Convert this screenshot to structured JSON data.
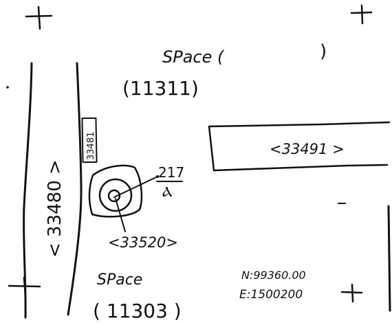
{
  "sketch": {
    "labels": {
      "space_top_word": "SPace (",
      "space_top_close": ")",
      "space_top_number": "(11311)",
      "road_left": "< 33480 >",
      "small_box": "33481",
      "building_right": "<33491 >",
      "tree_height": "217",
      "tree_unit": "Ⲁ",
      "tree_id": "<33520>",
      "space_bottom_word": "SPace",
      "space_bottom_number": "( 11303 )",
      "northing": "N:99360.00",
      "easting": "E:1500200"
    }
  },
  "colors": {
    "ink": "#111111",
    "paper": "#ffffff"
  }
}
